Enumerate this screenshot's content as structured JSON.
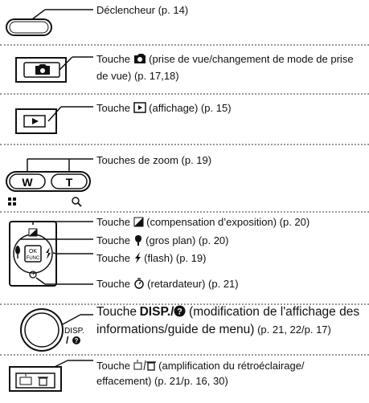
{
  "items": [
    {
      "id": "shutter",
      "label": "Déclencheur (p. 14)"
    },
    {
      "id": "shooting_button",
      "prefix": "Touche",
      "icon": "camera-icon",
      "text": "(prise de vue/changement de mode de prise de vue) (p. 17,18)"
    },
    {
      "id": "playback_button",
      "prefix": "Touche",
      "icon": "play-icon",
      "text": "(affichage) (p. 15)"
    },
    {
      "id": "zoom_buttons",
      "label": "Touches de zoom (p. 19)",
      "zoom_w": "W",
      "zoom_t": "T"
    },
    {
      "id": "exposure_comp",
      "prefix": "Touche",
      "icon": "exposure-compensation-icon",
      "text": "(compensation d’exposition) (p. 20)"
    },
    {
      "id": "macro",
      "prefix": "Touche",
      "icon": "macro-tulip-icon",
      "text": "(gros plan) (p. 20)"
    },
    {
      "id": "flash",
      "prefix": "Touche",
      "icon": "flash-icon",
      "text": "(flash) (p. 19)"
    },
    {
      "id": "self_timer",
      "prefix": "Touche",
      "icon": "self-timer-icon",
      "text": "(retardateur) (p. 21)"
    },
    {
      "id": "disp",
      "prefix": "Touche",
      "bold": "DISP.",
      "icon": "help-guide-icon",
      "text_large": "(modification de l'affichage des informations/guide de menu)",
      "text_small": "(p. 21, 22/p. 17)"
    },
    {
      "id": "backlight_erase",
      "prefix": "Touche",
      "icon": "backlight-erase-icon",
      "text": "(amplification du rétroéclairage/ effacement) (p. 21/p. 16, 30)"
    }
  ],
  "diagram": {
    "ok_top": "OK",
    "ok_bottom": "FUNC",
    "disp_label": "DISP."
  }
}
